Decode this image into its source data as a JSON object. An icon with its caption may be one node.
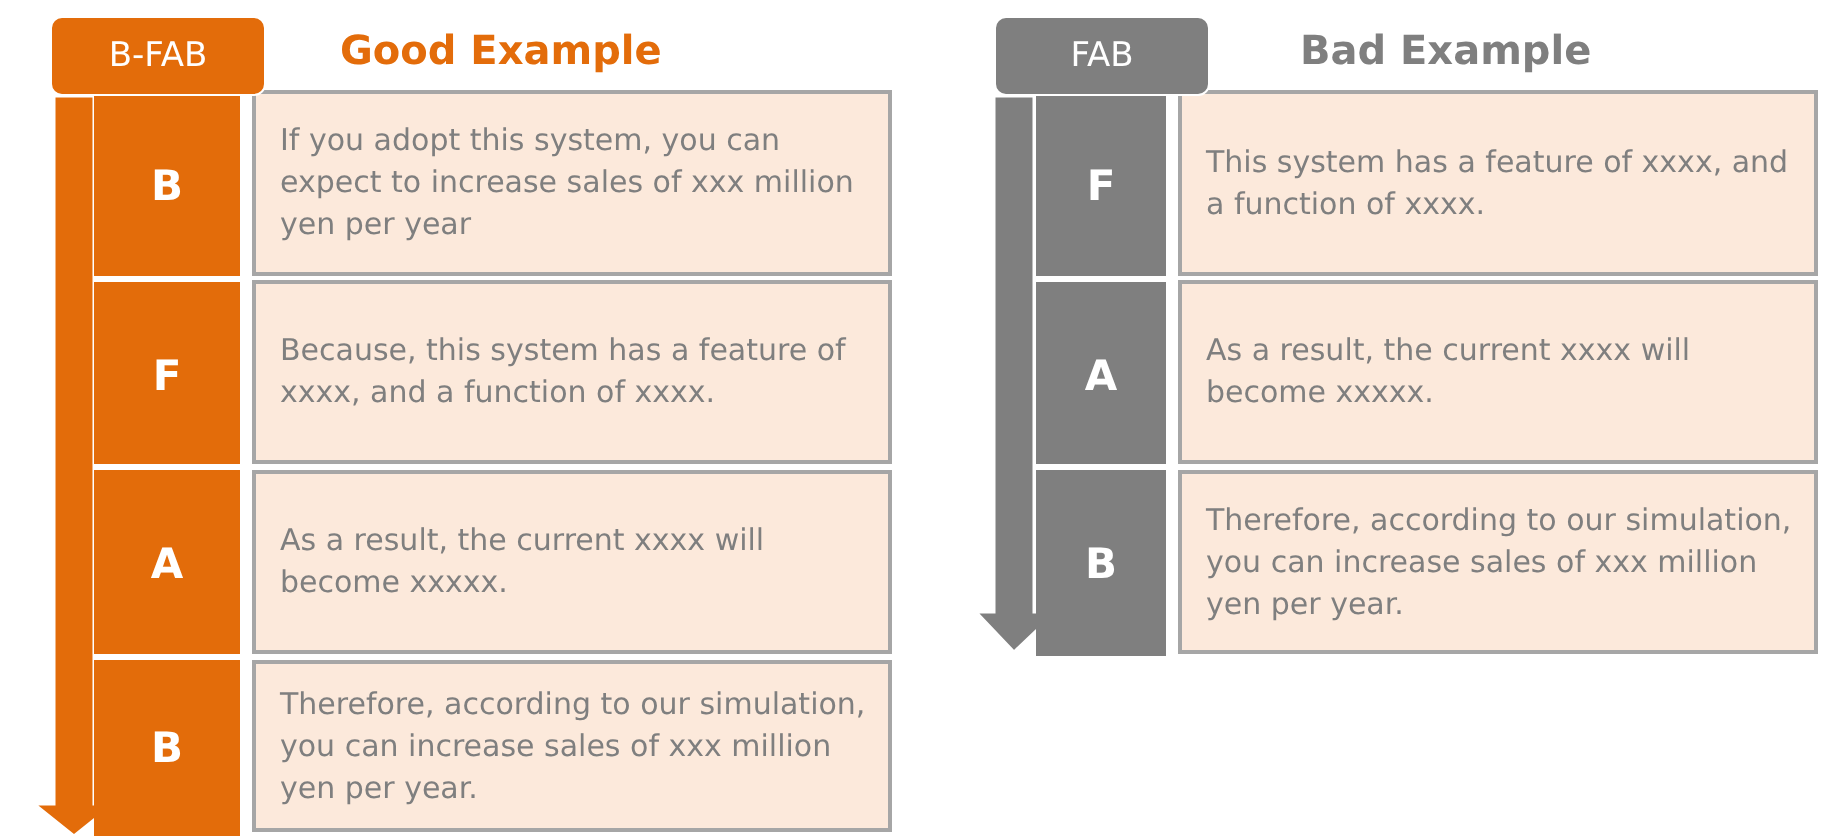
{
  "diagram": {
    "nodes": [
      {
        "text": [
          "B-FAB"
        ]
      },
      {
        "text": [
          "B"
        ]
      },
      {
        "text": [
          "If you adopt this system, you can expect to increase sales of xxx million yen per year"
        ]
      },
      {
        "text": [
          "F"
        ]
      },
      {
        "text": [
          "Because, this system has a feature of xxxx, and a function of xxxx."
        ]
      },
      {
        "text": [
          "A"
        ]
      },
      {
        "text": [
          "As a result, the current xxxx will become xxxxx."
        ]
      },
      {
        "text": [
          "B"
        ]
      },
      {
        "text": [
          "Therefore, according to our simulation, you can increase sales of xxx million yen per year."
        ]
      },
      {
        "text": [
          "FAB"
        ]
      },
      {
        "text": [
          "F"
        ]
      },
      {
        "text": [
          "This system has a feature of xxxx, and a function of xxxx."
        ]
      },
      {
        "text": [
          "A"
        ]
      },
      {
        "text": [
          "As a result, the current xxxx will become xxxxx."
        ]
      },
      {
        "text": [
          "B"
        ]
      },
      {
        "text": [
          "Therefore, according to our simulation, you can increase sales of xxx million yen per year."
        ]
      }
    ],
    "labels": [
      "Good Example",
      "Bad Example"
    ]
  }
}
